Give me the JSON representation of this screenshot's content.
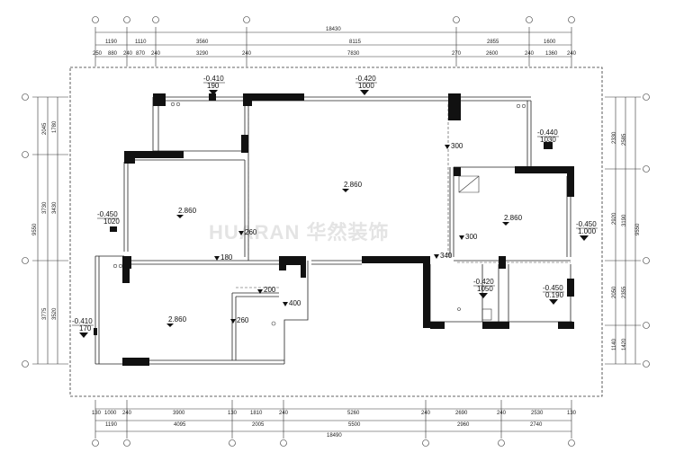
{
  "dimensions": {
    "top_total": "18430",
    "top_row1": [
      "1190",
      "1110",
      "3560",
      "8115",
      "2855",
      "1600"
    ],
    "top_row2": [
      "250",
      "880",
      "240",
      "870",
      "240",
      "3290",
      "240",
      "7830",
      "270",
      "2600",
      "240",
      "1360",
      "240"
    ],
    "bottom_row1": [
      "130",
      "1000",
      "240",
      "3900",
      "130",
      "1810",
      "240",
      "5260",
      "240",
      "2690",
      "240",
      "2530",
      "130"
    ],
    "bottom_row2": [
      "1190",
      "4095",
      "2005",
      "5500",
      "2960",
      "2740"
    ],
    "bottom_total": "18490",
    "left_total": "9550",
    "left_row1": [
      "2045",
      "3730",
      "3775"
    ],
    "left_row2": [
      "1780",
      "3430",
      "3520"
    ],
    "right_total": "9550",
    "right_row1": [
      "2585",
      "3190",
      "2355",
      "1420"
    ],
    "right_row2": [
      "2330",
      "2920",
      "2050",
      "1140"
    ]
  },
  "levels": {
    "balcony_top": [
      "-0.410",
      "190"
    ],
    "north_center": [
      "-0.420",
      "1000"
    ],
    "right_top": [
      "-0.440",
      "1030"
    ],
    "left_mid": [
      "-0.450",
      "1020"
    ],
    "right_mid": [
      "-0.450",
      "1.000"
    ],
    "bath_center": [
      "-0.420",
      "1050"
    ],
    "right_bottom": [
      "-0.450",
      "0.190"
    ],
    "left_bottom": [
      "-0.410",
      "170"
    ]
  },
  "ceilings": {
    "living": "2.860",
    "bed_top_left": "2.860",
    "bed_right": "2.860",
    "bed_bottom_left": "2.860"
  },
  "drops": {
    "top_right": "300",
    "mid_left": "260",
    "mid_right": "300",
    "corridor": "180",
    "right_corr": "340",
    "small_top": "200",
    "small_bottom": "260",
    "small_right": "400"
  },
  "watermark": "HUARAN 华然装饰"
}
